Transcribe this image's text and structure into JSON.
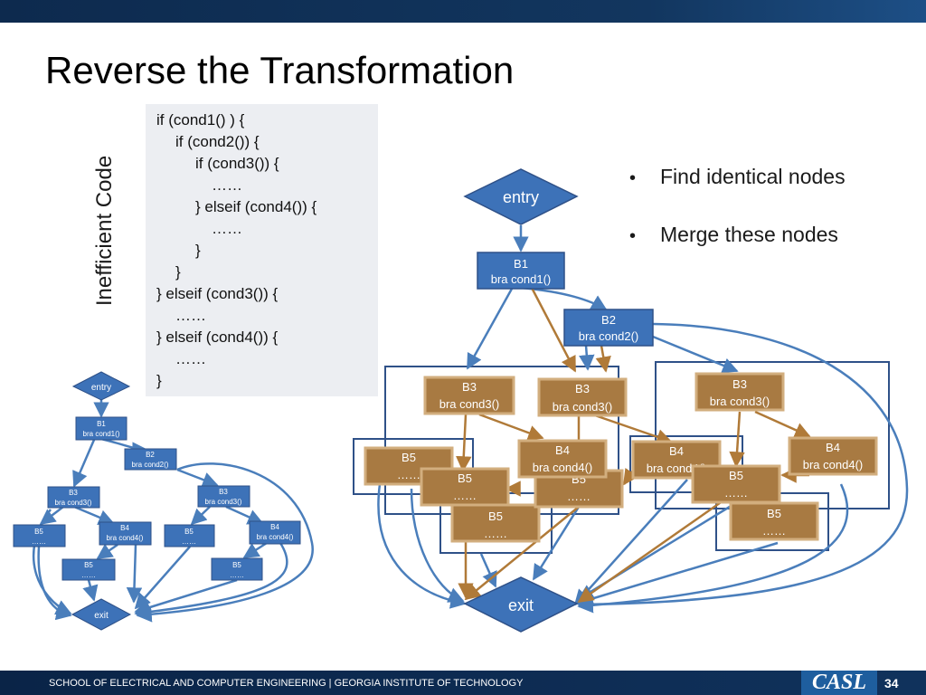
{
  "slide": {
    "title": "Reverse the Transformation",
    "side_label": "Inefficient Code",
    "code_lines": [
      "if (cond1() ) {",
      "if (cond2()) {",
      "if (cond3()) {",
      "……",
      "} elseif (cond4()) {",
      "……",
      "}",
      "}",
      "} elseif (cond3()) {",
      "……",
      "} elseif (cond4()) {",
      "……",
      "}"
    ],
    "bullets": [
      "Find identical nodes",
      "Merge these nodes"
    ]
  },
  "small_graph": {
    "entry": "entry",
    "exit": "exit",
    "b1": {
      "title": "B1",
      "code": "bra  cond1()"
    },
    "b2": {
      "title": "B2",
      "code": "bra cond2()"
    },
    "b3": {
      "title": "B3",
      "code": "bra cond3()"
    },
    "b4": {
      "title": "B4",
      "code": "bra cond4()"
    },
    "b5": {
      "title": "B5",
      "code": "……"
    }
  },
  "large_graph": {
    "entry": "entry",
    "exit": "exit",
    "b1": {
      "title": "B1",
      "code": "bra  cond1()"
    },
    "b2": {
      "title": "B2",
      "code": "bra cond2()"
    },
    "b3": {
      "title": "B3",
      "code": "bra cond3()"
    },
    "b4": {
      "title": "B4",
      "code": "bra cond4()"
    },
    "b5": {
      "title": "B5",
      "code": "……"
    }
  },
  "colors": {
    "blue_node": "#3d72b8",
    "blue_edge": "#4a7ebb",
    "brown_node": "#a87a42",
    "brown_border": "#d2ae7e",
    "brown_edge": "#b07a38",
    "group_border": "#2f5188",
    "header_bar": "#12365f"
  },
  "footer": {
    "text": "SCHOOL OF ELECTRICAL AND COMPUTER ENGINEERING | GEORGIA INSTITUTE OF TECHNOLOGY",
    "logo": "CASL",
    "page": "34"
  }
}
